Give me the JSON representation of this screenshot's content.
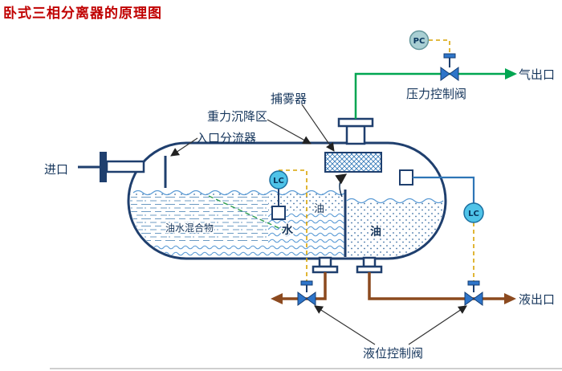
{
  "title": "卧式三相分离器的原理图",
  "labels": {
    "inlet": "进口",
    "inlet_diverter": "入口分流器",
    "gravity_settling_zone": "重力沉降区",
    "mist_extractor": "捕雾器",
    "gas_outlet": "气出口",
    "pressure_control_valve": "压力控制阀",
    "liquid_outlet": "液出口",
    "level_control_valve": "液位控制阀"
  },
  "vessel_contents": {
    "oil_water_mixture": "油水混合物",
    "water": "水",
    "oil_layer": "油",
    "oil_compartment": "油"
  },
  "instruments": {
    "pressure_controller": "PC",
    "level_controller_left": "LC",
    "level_controller_right": "LC"
  },
  "colors": {
    "title_red": "#c00000",
    "vessel_outline": "#1f3f6e",
    "gas_line": "#00a651",
    "liquid_line": "#8c4a1f",
    "control_line": "#d9a404",
    "instrument_fill": "#4fc3e8",
    "instrument_pc_fill": "#a9cfd3",
    "water_blue": "#5b9bd5"
  }
}
